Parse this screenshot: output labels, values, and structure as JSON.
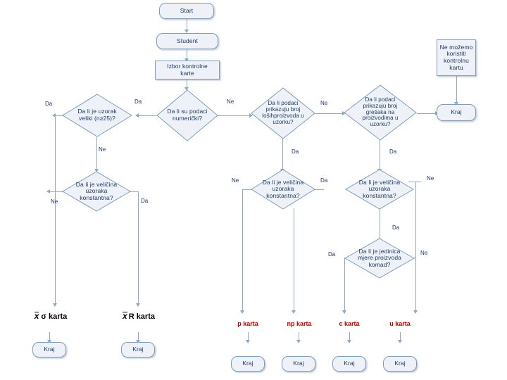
{
  "diagram": {
    "title": "Izbor kontrolne karte",
    "colors": {
      "node_fill": "#eef2f8",
      "node_stroke": "#7f9db9",
      "text": "#1f3864",
      "chart_label": "#c00000",
      "connector": "#8fa8c8"
    },
    "nodes": [
      {
        "id": "start",
        "label": "Start"
      },
      {
        "id": "student",
        "label": "Student"
      },
      {
        "id": "izbor",
        "label": "Izbor kontrolne\nkarte"
      },
      {
        "id": "uzorak25",
        "label": "Da li je uzorak\nveliki (n≥25)?"
      },
      {
        "id": "numericki",
        "label": "Da li su podaci\nnumerički?"
      },
      {
        "id": "losi",
        "label": "Da li podaci\nprikazuju broj\nlošihproizvoda u\nuzorku?"
      },
      {
        "id": "greske",
        "label": "Da li podaci\nprikazuju broj\ngrešaka na\nproizvodima u\nuzorku?"
      },
      {
        "id": "nemozemo",
        "label": "Ne možemo\nkoristiti\nkontrolnu\nkartu"
      },
      {
        "id": "kraj_desni",
        "label": "Kraj"
      },
      {
        "id": "konst_levi",
        "label": "Da li je veličina\nuzoraka\nkonstantna?"
      },
      {
        "id": "konst_sredina",
        "label": "Da li je veličina\nuzoraka\nkonstantna?"
      },
      {
        "id": "konst_desni",
        "label": "Da li je veličina\nuzoraka\nkonstantna?"
      },
      {
        "id": "jedinica",
        "label": "Da li je jedinica\nmjere proizvoda\nkomad?"
      },
      {
        "id": "xsigma",
        "label": "x̄ σ karta"
      },
      {
        "id": "xr",
        "label": "x̄ R karta"
      },
      {
        "id": "pkarta",
        "label": "p karta"
      },
      {
        "id": "npkarta",
        "label": "np karta"
      },
      {
        "id": "ckarta",
        "label": "c karta"
      },
      {
        "id": "ukarta",
        "label": "u karta"
      },
      {
        "id": "kraj_a",
        "label": "Kraj"
      },
      {
        "id": "kraj_b",
        "label": "Kraj"
      },
      {
        "id": "kraj_c",
        "label": "Kraj"
      },
      {
        "id": "kraj_d",
        "label": "Kraj"
      },
      {
        "id": "kraj_e",
        "label": "Kraj"
      },
      {
        "id": "kraj_f",
        "label": "Kraj"
      }
    ],
    "edge_labels": [
      {
        "id": "e1",
        "text": "Da"
      },
      {
        "id": "e2",
        "text": "Da"
      },
      {
        "id": "e3",
        "text": "Ne"
      },
      {
        "id": "e4",
        "text": "Ne"
      },
      {
        "id": "e5",
        "text": "Ne"
      },
      {
        "id": "e6",
        "text": "Ne"
      },
      {
        "id": "e7",
        "text": "Da"
      },
      {
        "id": "e8",
        "text": "Da"
      },
      {
        "id": "e9",
        "text": "Da"
      },
      {
        "id": "e10",
        "text": "Ne"
      },
      {
        "id": "e11",
        "text": "Ne"
      },
      {
        "id": "e12",
        "text": "Da"
      },
      {
        "id": "e13",
        "text": "Da"
      },
      {
        "id": "e14",
        "text": "Ne"
      },
      {
        "id": "e15",
        "text": "Da"
      },
      {
        "id": "e16",
        "text": "Da"
      },
      {
        "id": "e17",
        "text": "Ne"
      }
    ],
    "chart_labels": {
      "xsigma_x": "x",
      "xsigma_rest": "σ karta",
      "xr_x": "x",
      "xr_rest": "R karta"
    }
  }
}
